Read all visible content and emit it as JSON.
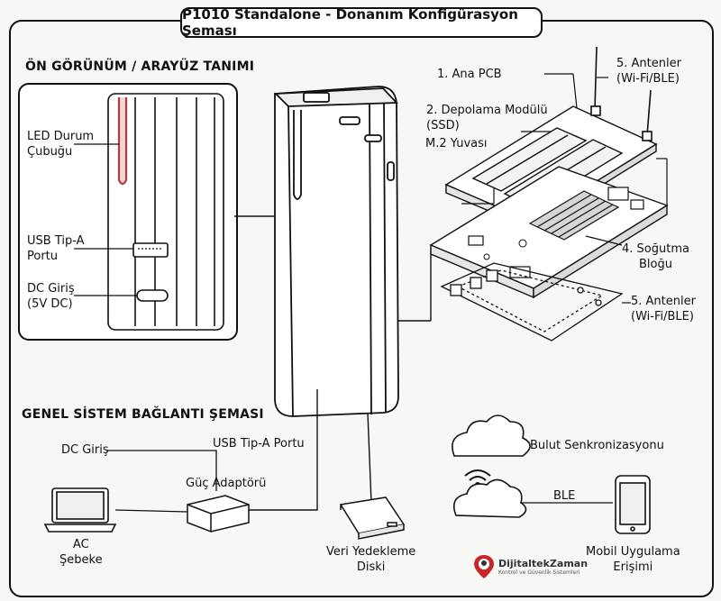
{
  "title": "P1010 Standalone - Donanım Konfigürasyon Şeması",
  "front_view": {
    "heading": "ÖN GÖRÜNÜM / ARAYÜZ TANIMI",
    "led_label": "LED Durum\nÇubuğu",
    "usb_label": "USB Tip-A\nPortu",
    "dc_label": "DC Giriş\n(5V DC)"
  },
  "exploded": {
    "pcb": "1. Ana PCB",
    "storage": "2. Depolama Modülü\n(SSD)",
    "m2": "M.2 Yuvası",
    "cooling": "4. Soğutma\nBloğu",
    "antennas_top": "5. Antenler\n(Wi-Fi/BLE)",
    "antennas_bottom": "5. Antenler\n(Wi-Fi/BLE)"
  },
  "system": {
    "heading": "GENEL SİSTEM BAĞLANTI ŞEMASI",
    "dc_in": "DC Giriş",
    "usb_port": "USB Tip-A Portu",
    "adapter": "Güç Adaptörü",
    "ac": "AC\nŞebeke",
    "backup": "Veri Yedekleme\nDiski",
    "cloud": "Bulut Senkronizasyonu",
    "ble": "BLE",
    "mobile": "Mobil Uygulama\nErişimi"
  },
  "logo": {
    "name": "DijitaltekZaman",
    "tagline": "Kontrol ve Güvenlik Sistemleri"
  }
}
